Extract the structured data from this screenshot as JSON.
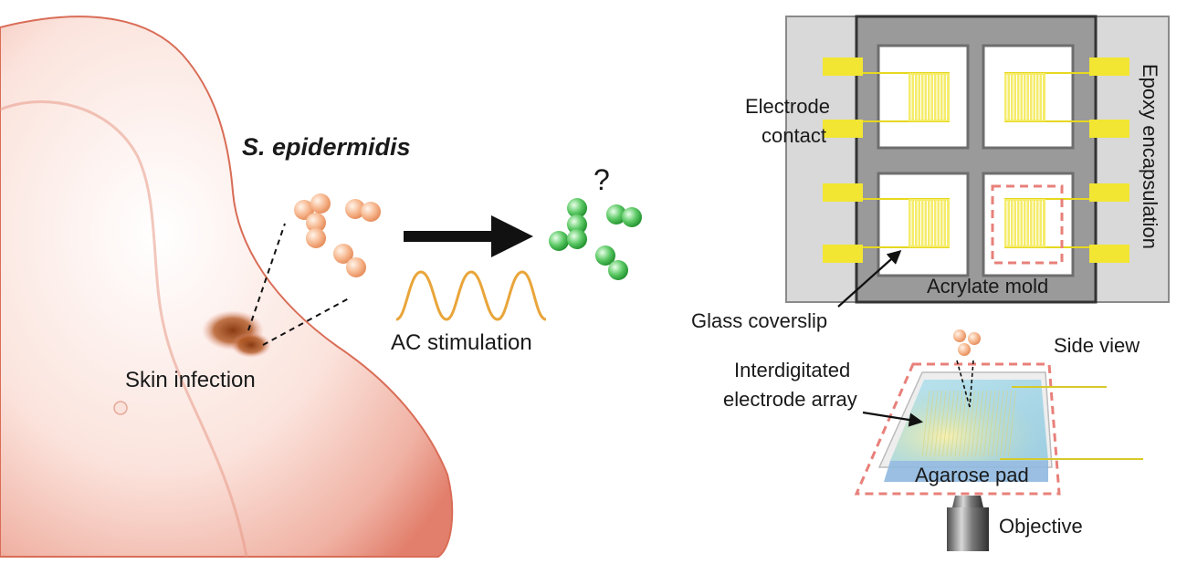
{
  "left_panel": {
    "organism_label": "S. epidermidis",
    "infection_label": "Skin infection",
    "stimulation_label": "AC stimulation",
    "question_mark": "?",
    "colors": {
      "skin": "#e89a88",
      "bacteria_before": "#f4a97c",
      "bacteria_after": "#3bb84a",
      "wave": "#e9a53a"
    }
  },
  "device_panel": {
    "labels": {
      "electrode_contact_line1": "Electrode",
      "electrode_contact_line2": "contact",
      "epoxy": "Epoxy encapsulation",
      "acrylate": "Acrylate mold",
      "glass": "Glass coverslip"
    },
    "colors": {
      "epoxy": "#d9d9d9",
      "mold": "#9a9a9a",
      "electrode": "#f2e632",
      "highlight": "#e8807a"
    }
  },
  "side_view": {
    "title": "Side view",
    "array_line1": "Interdigitated",
    "array_line2": "electrode array",
    "pad": "Agarose pad",
    "objective": "Objective"
  }
}
